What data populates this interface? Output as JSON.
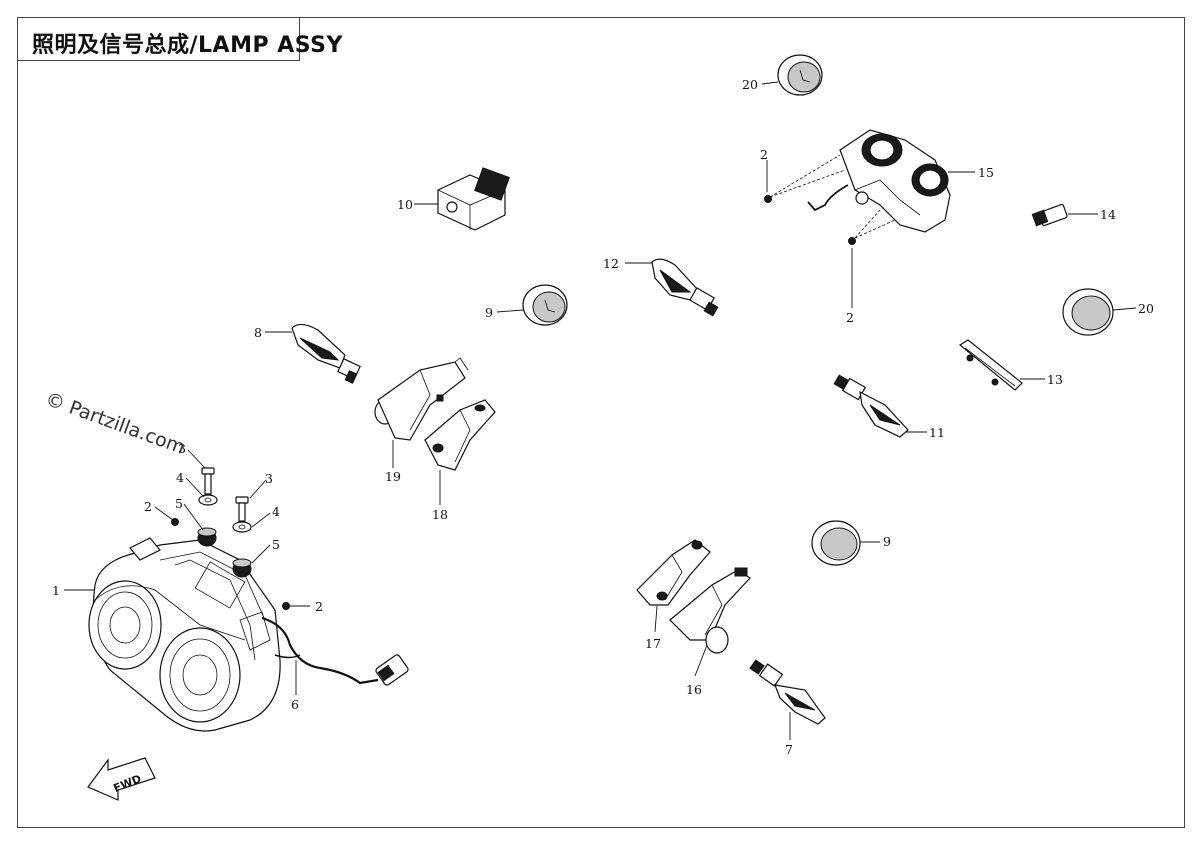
{
  "title": "照明及信号总成/LAMP ASSY",
  "watermark": "© Partzilla.com",
  "fwd_label": "FWD",
  "callouts": {
    "c1": "1",
    "c2a": "2",
    "c2b": "2",
    "c2c": "2",
    "c2d": "2",
    "c3a": "3",
    "c3b": "3",
    "c4a": "4",
    "c4b": "4",
    "c5a": "5",
    "c5b": "5",
    "c6": "6",
    "c7": "7",
    "c8": "8",
    "c9a": "9",
    "c9b": "9",
    "c10": "10",
    "c11": "11",
    "c12": "12",
    "c13": "13",
    "c14": "14",
    "c15": "15",
    "c16": "16",
    "c17": "17",
    "c18": "18",
    "c19": "19",
    "c20a": "20",
    "c20b": "20"
  }
}
